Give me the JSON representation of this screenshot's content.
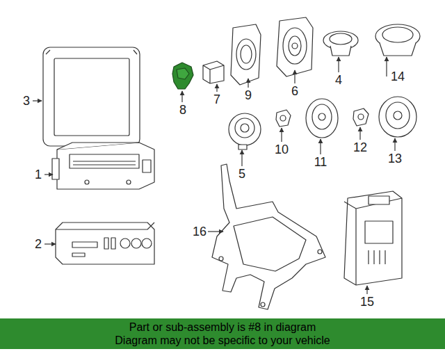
{
  "diagram": {
    "nodes": [
      {
        "text": [
          "Part or sub-assembly is #8 in diagram",
          "Diagram may not be specific to your vehicle"
        ]
      }
    ],
    "labels": [
      "3",
      "8",
      "7",
      "9",
      "6",
      "4",
      "14",
      "10",
      "11",
      "12",
      "13",
      "5",
      "1",
      "16",
      "2",
      "15"
    ]
  }
}
